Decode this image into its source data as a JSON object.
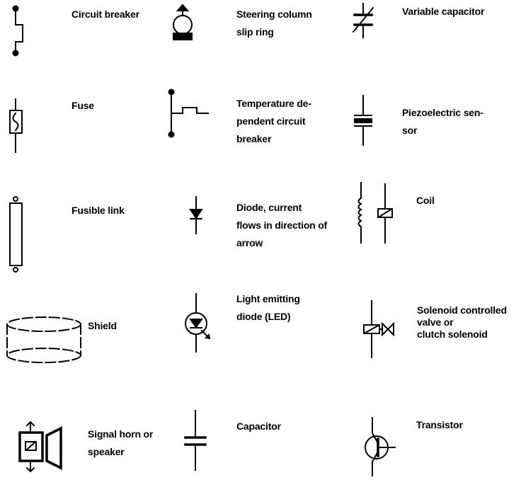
{
  "symbols": {
    "circuit_breaker": [
      "Circuit breaker"
    ],
    "steering_slip_ring": [
      "Steering column",
      "slip ring"
    ],
    "variable_capacitor": [
      "Variable capacitor"
    ],
    "fuse": [
      "Fuse"
    ],
    "temp_breaker": [
      "Temperature de-",
      "pendent circuit",
      "breaker"
    ],
    "piezo_sensor": [
      "Piezoelectric sen-",
      "sor"
    ],
    "fusible_link": [
      "Fusible link"
    ],
    "diode": [
      "Diode, current",
      "flows in direction of",
      "arrow"
    ],
    "coil": [
      "Coil"
    ],
    "shield": [
      "Shield"
    ],
    "led": [
      "Light emitting",
      "diode (LED)"
    ],
    "solenoid_valve": [
      "Solenoid controlled",
      "valve or",
      "clutch solenoid"
    ],
    "horn_speaker": [
      "Signal horn or",
      "speaker"
    ],
    "capacitor": [
      "Capacitor"
    ],
    "transistor": [
      "Transistor"
    ]
  }
}
